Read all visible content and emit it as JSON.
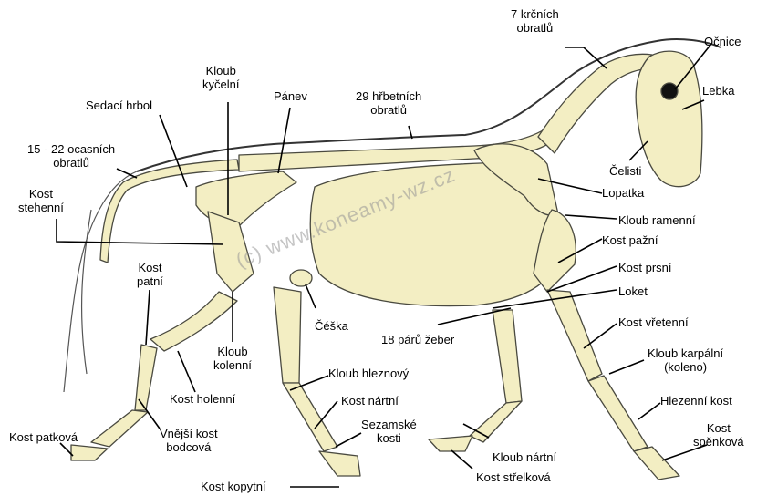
{
  "labels": {
    "neck_vertebrae": "7 krčních\nobratlů",
    "orbit": "Očnice",
    "skull": "Lebka",
    "hip_joint": "Kloub\nkyčelní",
    "pelvis": "Pánev",
    "ischial_tuberosity": "Sedací hrbol",
    "thoracic_vertebrae": "29 hřbetních\nobratlů",
    "tail_vertebrae": "15 - 22 ocasních\nobratlů",
    "jaw": "Čelisti",
    "femur": "Kost\nstehenní",
    "scapula": "Lopatka",
    "shoulder_joint": "Kloub ramenní",
    "humerus": "Kost pažní",
    "sternum": "Kost prsní",
    "calcaneus": "Kost\npatní",
    "elbow": "Loket",
    "patella": "Čéška",
    "ribs": "18 párů žeber",
    "radius": "Kost vřetenní",
    "stifle": "Kloub\nkolenní",
    "hock": "Kloub hleznový",
    "carpal_joint": "Kloub karpální\n(koleno)",
    "tibia": "Kost holenní",
    "cannon_hind": "Kost nártní",
    "splint": "Hlezenní kost",
    "sesamoid": "Sezamské\nkosti",
    "fetlock_hind": "Vnější kost\nbodcová",
    "pastern": "Kost patková",
    "coffin_bone_front": "Kost\nspěnková",
    "fetlock_joint": "Kloub nártní",
    "navicular": "Kost střelková",
    "hoof_bone": "Kost kopytní"
  },
  "watermark": "(c) www.koneamy-wz.cz",
  "colors": {
    "bone": "#f3eec3",
    "bone_stroke": "#4a4a40",
    "outline": "#333333",
    "line": "#000000"
  }
}
